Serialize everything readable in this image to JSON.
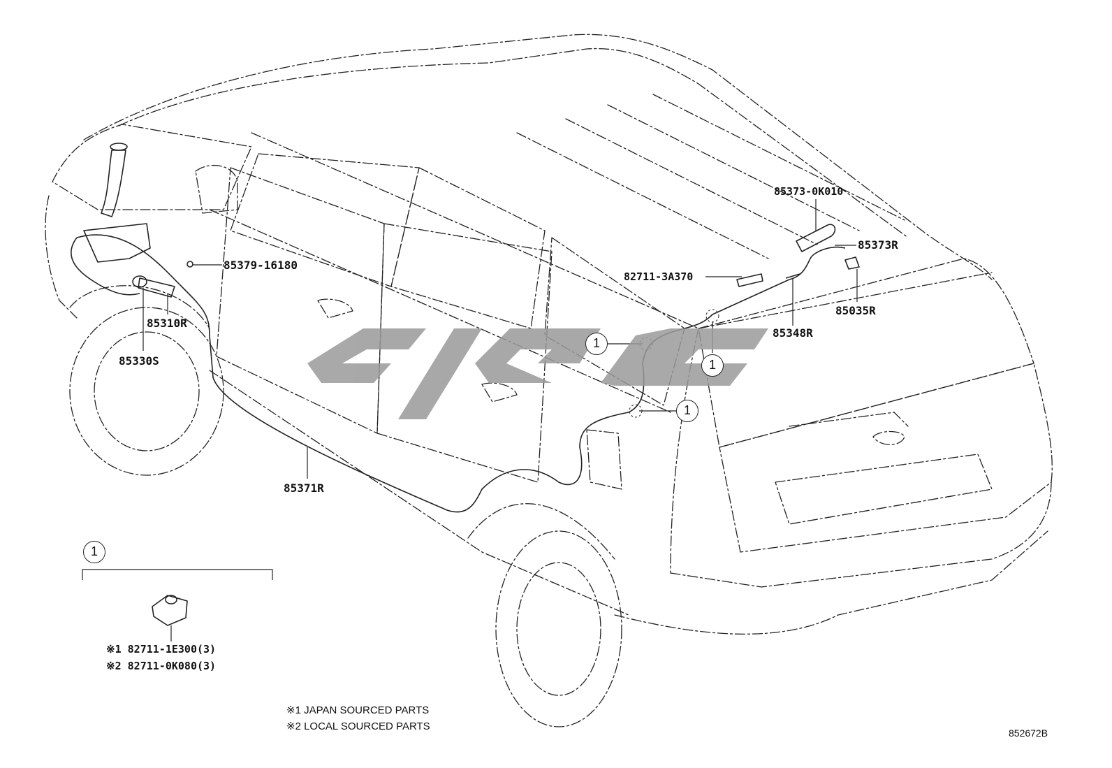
{
  "parts": {
    "p85379": "85379-16180",
    "p85310R": "85310R",
    "p85330S": "85330S",
    "p85371R": "85371R",
    "p82711_3A370": "82711-3A370",
    "p85373_0K010": "85373-0K010",
    "p85373R": "85373R",
    "p85035R": "85035R",
    "p85348R": "85348R"
  },
  "callout_number": "1",
  "detail": {
    "callout": "1",
    "part_line1": "※1 82711-1E300(3)",
    "part_line2": "※2 82711-0K080(3)"
  },
  "notes": {
    "line1": "※1 JAPAN SOURCED PARTS",
    "line2": "※2 LOCAL SOURCED PARTS"
  },
  "figure_id": "852672B",
  "colors": {
    "line": "#222222",
    "watermark": "#9a9a9a"
  }
}
